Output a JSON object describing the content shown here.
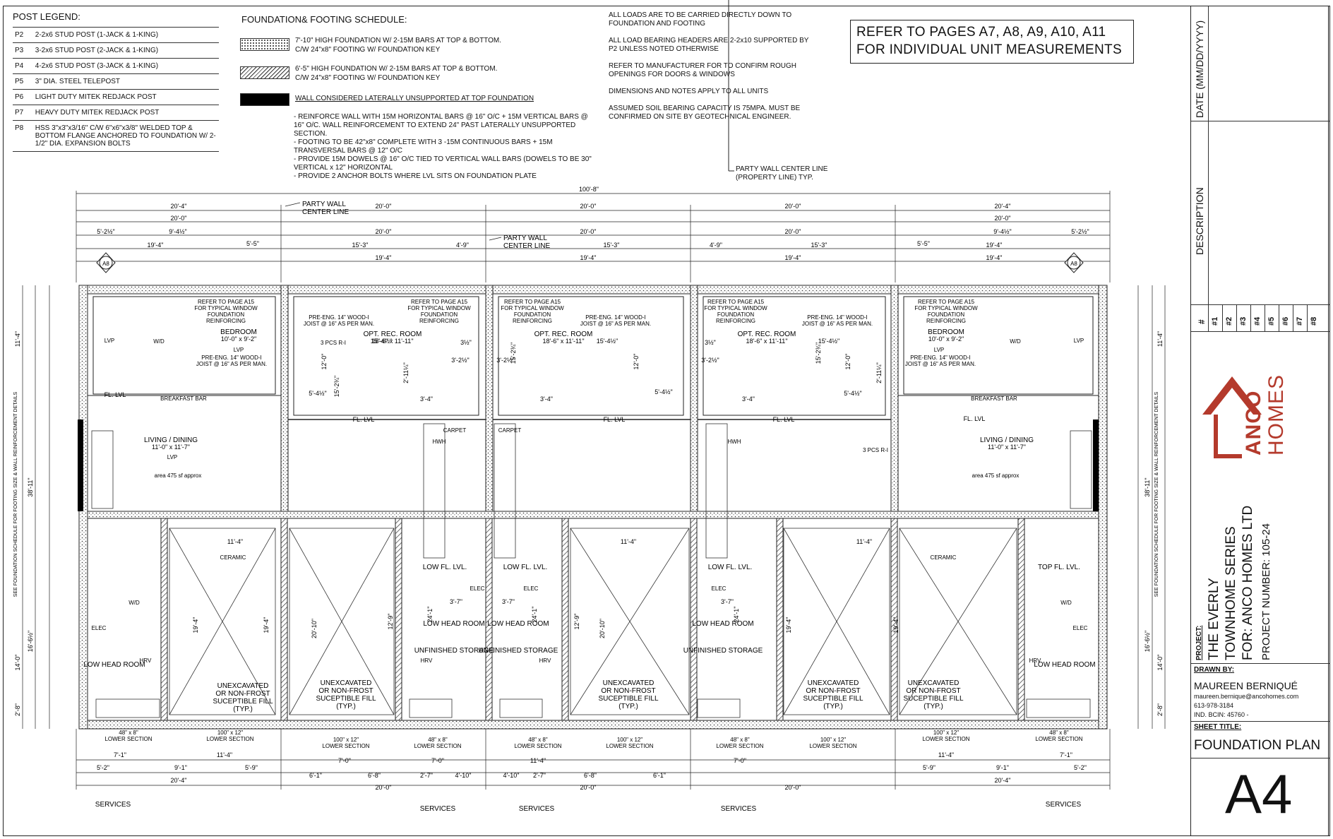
{
  "post_legend": {
    "title": "POST LEGEND:",
    "items": [
      {
        "code": "P2",
        "text": "2-2x6 STUD POST (1-JACK & 1-KING)"
      },
      {
        "code": "P3",
        "text": "3-2x6 STUD POST (2-JACK & 1-KING)"
      },
      {
        "code": "P4",
        "text": "4-2x6 STUD POST (3-JACK & 1-KING)"
      },
      {
        "code": "P5",
        "text": "3\" DIA. STEEL TELEPOST"
      },
      {
        "code": "P6",
        "text": "LIGHT DUTY MITEK REDJACK POST"
      },
      {
        "code": "P7",
        "text": "HEAVY DUTY MITEK REDJACK POST"
      },
      {
        "code": "P8",
        "text": "HSS 3\"x3\"x3/16\" C/W 6\"x6\"x3/8\" WELDED TOP & BOTTOM FLANGE ANCHORED TO FOUNDATION W/ 2- 1/2\" DIA. EXPANSION BOLTS"
      }
    ]
  },
  "schedule": {
    "title": "FOUNDATION& FOOTING SCHEDULE:",
    "row1": [
      "7'-10\" HIGH FOUNDATION W/ 2-15M BARS AT TOP & BOTTOM.",
      "C/W 24\"x8\" FOOTING W/ FOUNDATION KEY"
    ],
    "row2": [
      "6'-5\" HIGH FOUNDATION W/ 2-15M BARS AT TOP & BOTTOM.",
      "C/W 24\"x8\" FOOTING W/ FOUNDATION KEY"
    ],
    "row3": "WALL CONSIDERED LATERALLY UNSUPPORTED AT TOP FOUNDATION",
    "notes": [
      " - REINFORCE WALL WITH 15M HORIZONTAL BARS @ 16\" O/C + 15M VERTICAL BARS @",
      "16\" O/C. WALL REINFORCEMENT TO EXTEND 24\" PAST LATERALLY UNSUPPORTED",
      "SECTION.",
      "- FOOTING TO BE 42\"x8\" COMPLETE WITH 3 -15M CONTINUOUS BARS + 15M",
      "TRANSVERSAL BARS @ 12\" O/C",
      "- PROVIDE 15M DOWELS @ 16\" O/C TIED TO VERTICAL WALL BARS (DOWELS TO BE 30\"",
      "VERTICAL x 12\" HORIZONTAL",
      "- PROVIDE 2 ANCHOR BOLTS WHERE LVL SITS ON FOUNDATION PLATE"
    ]
  },
  "general_notes": [
    "ALL LOADS ARE TO BE CARRIED DIRECTLY DOWN TO FOUNDATION AND FOOTING",
    "ALL LOAD BEARING HEADERS ARE 2-2x10 SUPPORTED BY P2 UNLESS NOTED OTHERWISE",
    "REFER TO MANUFACTURER FOR TO CONFIRM ROUGH OPENINGS FOR DOORS & WINDOWS",
    "DIMENSIONS AND NOTES APPLY TO ALL UNITS",
    "ASSUMED SOIL BEARING CAPACITY IS 75MPA. MUST BE CONFIRMED ON SITE BY GEOTECHNICAL ENGINEER."
  ],
  "party_wall_note": [
    "PARTY WALL CENTER LINE",
    "(PROPERTY LINE) TYP."
  ],
  "refer_box": [
    "REFER TO PAGES A7, A8, A9, A10, A11",
    "FOR INDIVIDUAL UNIT MEASUREMENTS"
  ],
  "title_block": {
    "date_label": "DATE (MM/DD/YYYY)",
    "description_label": "DESCRIPTION",
    "rev_header": "#",
    "revisions": [
      "#1",
      "#2",
      "#3",
      "#4",
      "#5",
      "#6",
      "#7",
      "#8"
    ],
    "logo": {
      "name": "ANCO",
      "sub": "HOMES"
    },
    "project_label": "PROJECT:",
    "project_lines": [
      "THE EVERLY",
      "TOWNHOME SERIES",
      "FOR: ANCO HOMES LTD"
    ],
    "project_number": "PROJECT NUMBER: 105-24",
    "drawn_by_label": "DRAWN BY:",
    "drawn_by_name": "MAUREEN BERNIQUÉ",
    "drawn_by_email": "maureen.bernique@ancohomes.com",
    "drawn_by_phone": "613-978-3184",
    "drawn_by_bcin": "IND. BCIN: 45760     -",
    "sheet_title_label": "SHEET TITLE:",
    "sheet_title": "FOUNDATION PLAN",
    "sheet_number": "A4"
  },
  "plan": {
    "overall": "100'-8\"",
    "party_wall_1": [
      "PARTY WALL",
      "CENTER LINE"
    ],
    "party_wall_2": [
      "PARTY WALL",
      "CENTER LINE"
    ],
    "dim_top_units": [
      "20'-4\"",
      "20'-0\"",
      "20'-0\"",
      "20'-0\"",
      "20'-4\""
    ],
    "dim_top_row2": [
      "20'-0\"",
      "20'-0\"",
      "20'-0\"",
      "20'-0\"",
      "20'-0\""
    ],
    "dim_top_row3": [
      "5'-2½\"",
      "9'-4½\"",
      "9'-4½\"",
      "5'-2½\""
    ],
    "dim_top_row4": [
      "19'-4\"",
      "5'-5\"",
      "15'-3\"",
      "4'-9\"",
      "15'-3\"",
      "4'-9\"",
      "15'-3\"",
      "5'-5\"",
      "19'-4\""
    ],
    "dim_top_row5": [
      "19'-4\"",
      "19'-4\"",
      "19'-4\"",
      "19'-4\""
    ],
    "section_mark": "A8",
    "rooms": {
      "bedroom": "BEDROOM",
      "bedroom_size": "10'-0\" x 9'-2\"",
      "rec_room": "OPT. REC. ROOM",
      "rec_size": "18'-6\" x 11'-11\"",
      "living": "LIVING / DINING",
      "living_size": "11'-0\" x 11'-7\"",
      "low_head_room": "LOW HEAD ROOM",
      "unfinished_storage": "UNFINISHED STORAGE",
      "low_fl_lvl": "LOW FL. LVL.",
      "top_fl_lvl": "TOP FL. LVL.",
      "fl_lvl": "FL. LVL",
      "breakfast_bar": "BREAKFAST BAR",
      "ceramic": "CERAMIC",
      "carpet": "CARPET",
      "lvp": "LVP",
      "area": "area  475 sf approx",
      "three_pcs": "3 PCS R-I",
      "hwh": "HWH",
      "hrv": "HRV",
      "elec": "ELEC",
      "wd": "W/D",
      "unexcavated": [
        "UNEXCAVATED",
        "OR NON-FROST",
        "SUCEPTIBLE FILL",
        "(TYP.)"
      ],
      "joist": [
        "PRE-ENG. 14\" WOOD-I",
        "JOIST @ 16\" AS PER MAN."
      ],
      "window_ref": [
        "REFER TO PAGE A15",
        "FOR TYPICAL WINDOW",
        "FOUNDATION",
        "REINFORCING"
      ],
      "lower_section_1": [
        "48\" x 8\"",
        "LOWER SECTION"
      ],
      "lower_section_2": [
        "100\" x 12\"",
        "LOWER SECTION"
      ],
      "see_schedule": "SEE FOUNDATION SCHEDULE FOR FOOTING SIZE & WALL REINFORCEMENT DETAILS"
    },
    "dims_left": [
      "11'-4\"",
      "38'-11\"",
      "14'-0\"",
      "16'-6½\"",
      "2'-8\""
    ],
    "dims_right": [
      "11'-4\"",
      "38'-11\"",
      "14'-0\"",
      "16'-6½\"",
      "2'-8\""
    ],
    "dims_interior": [
      "11'-4\"",
      "19'-4\"",
      "20'-10\"",
      "12'-9\"",
      "24'-1\"",
      "3'-7\"",
      "15'-4½\"",
      "12'-0\"",
      "15'-2¾\"",
      "5'-4½\"",
      "3½\"",
      "3'-4\"",
      "3'-2½\"",
      "2'-11¼\""
    ],
    "dim_bottom_row1": [
      "7'-1\"",
      "11'-4\"",
      "7'-0\"",
      "7'-0\"",
      "11'-4\"",
      "7'-0\"",
      "11'-4\"",
      "7'-1\""
    ],
    "dim_bottom_row2": [
      "5'-2\"",
      "9'-1\"",
      "5'-9\"",
      "6'-1\"",
      "6'-8\"",
      "2'-7\"",
      "4'-10\"",
      "4'-10\"",
      "2'-7\"",
      "6'-8\"",
      "6'-1\"",
      "5'-9\"",
      "9'-1\"",
      "5'-2\""
    ],
    "dim_bottom_row3": [
      "20'-4\"",
      "20'-0\"",
      "20'-0\"",
      "20'-0\"",
      "20'-4\""
    ],
    "services": "SERVICES"
  }
}
